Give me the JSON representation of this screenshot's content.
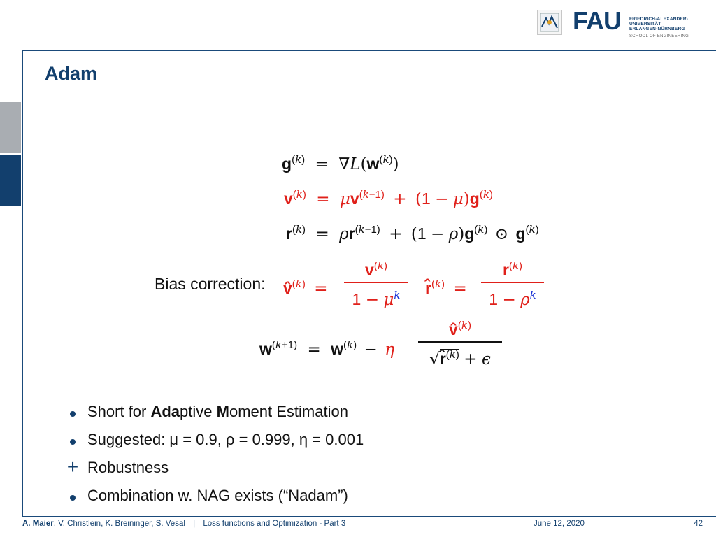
{
  "header": {
    "logo_main": "FAU",
    "logo_lines": [
      "FRIEDRICH-ALEXANDER-",
      "UNIVERSITÄT",
      "ERLANGEN-NÜRNBERG"
    ],
    "logo_school": "SCHOOL OF ENGINEERING"
  },
  "slide": {
    "title": "Adam"
  },
  "equations": {
    "bias_label": "Bias correction:"
  },
  "bullets": [
    {
      "marker": "dot",
      "parts": [
        "Short for ",
        "Ada",
        "ptive ",
        "M",
        "oment Estimation"
      ]
    },
    {
      "marker": "dot",
      "text": "Suggested: μ = 0.9, ρ = 0.999, η = 0.001"
    },
    {
      "marker": "plus",
      "text": "Robustness"
    },
    {
      "marker": "dot",
      "text": "Combination w. NAG exists (“Nadam”)"
    }
  ],
  "footer": {
    "author_bold": "A. Maier",
    "authors_rest": ", V. Christlein, K. Breininger, S. Vesal",
    "separator": "|",
    "lecture": "Loss functions and Optimization - Part 3",
    "date": "June 12, 2020",
    "page": "42"
  },
  "colors": {
    "brand": "#123f6d",
    "highlight": "#e0201a",
    "exponent": "#1a32d6",
    "plus": "#2c9a4a"
  }
}
